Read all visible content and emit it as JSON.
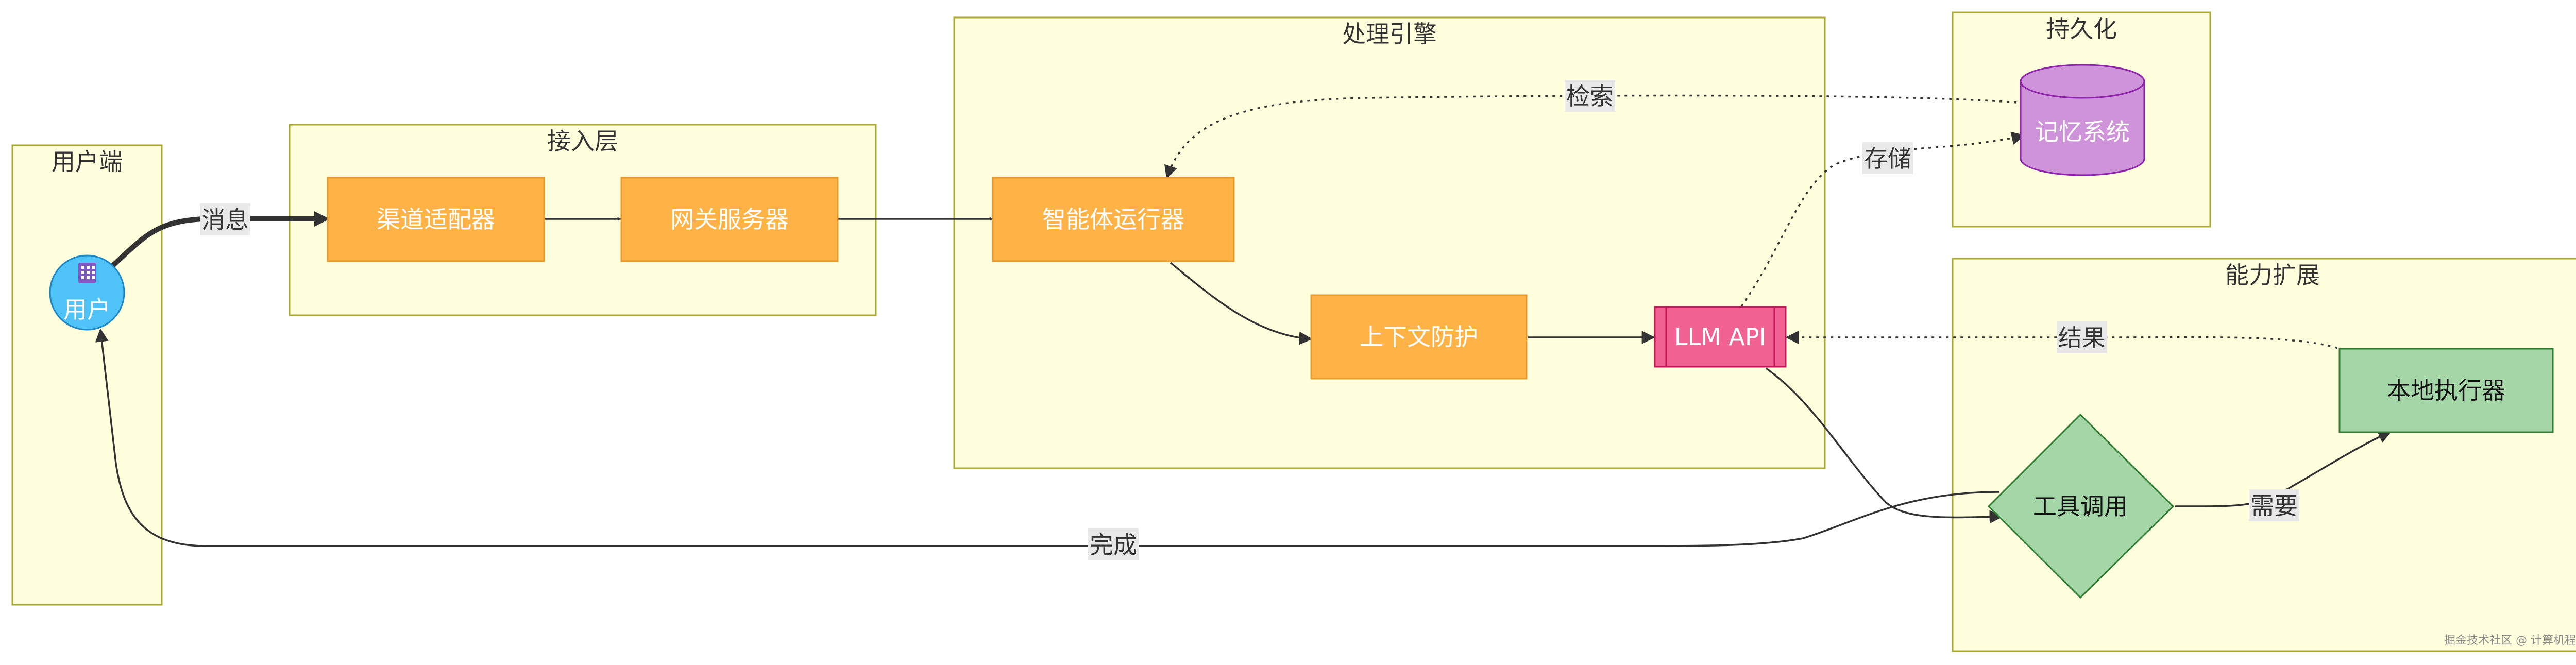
{
  "clusters": {
    "user_side": "用户端",
    "access_layer": "接入层",
    "engine": "处理引擎",
    "persistence": "持久化",
    "capability": "能力扩展"
  },
  "nodes": {
    "user": {
      "label": "用户",
      "icon": "building-icon"
    },
    "channel_adapter": "渠道适配器",
    "gateway_server": "网关服务器",
    "agent_runner": "智能体运行器",
    "context_guard": "上下文防护",
    "llm_api": "LLM API",
    "memory_system": "记忆系统",
    "tool_call": "工具调用",
    "local_executor": "本地执行器"
  },
  "edges": {
    "message": "消息",
    "retrieve": "检索",
    "store": "存储",
    "result": "结果",
    "needed": "需要",
    "done": "完成"
  },
  "watermark": "掘金技术社区 @ 计算机程序",
  "colors": {
    "cluster_fill": "#ffffde",
    "cluster_border": "#aaaa33",
    "orange": "#ffb347",
    "user_blue": "#4fc3f7",
    "llm_pink": "#f06292",
    "memory_purple": "#ce93d8",
    "green": "#a5d6a7"
  }
}
